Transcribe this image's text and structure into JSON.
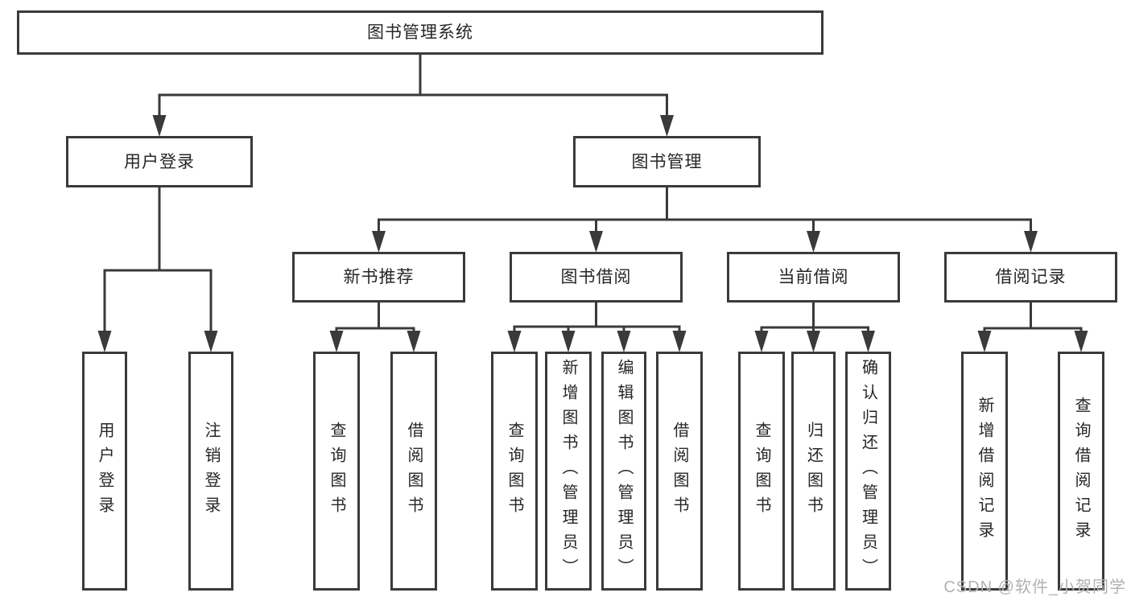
{
  "diagram": {
    "type": "hierarchy-tree",
    "title": "图书管理系统",
    "colors": {
      "line": "#3a3a3a",
      "box_border": "#3a3a3a",
      "box_fill": "#ffffff",
      "text": "#262626",
      "watermark": "#b2b2b2"
    },
    "nodes": [
      {
        "id": "root",
        "label": "图书管理系统",
        "parent": null,
        "orientation": "horizontal"
      },
      {
        "id": "user-login",
        "label": "用户登录",
        "parent": "root",
        "orientation": "horizontal"
      },
      {
        "id": "book-mgmt",
        "label": "图书管理",
        "parent": "root",
        "orientation": "horizontal"
      },
      {
        "id": "new-book-rec",
        "label": "新书推荐",
        "parent": "book-mgmt",
        "orientation": "horizontal"
      },
      {
        "id": "book-borrow",
        "label": "图书借阅",
        "parent": "book-mgmt",
        "orientation": "horizontal"
      },
      {
        "id": "current-borrow",
        "label": "当前借阅",
        "parent": "book-mgmt",
        "orientation": "horizontal"
      },
      {
        "id": "borrow-record",
        "label": "借阅记录",
        "parent": "book-mgmt",
        "orientation": "horizontal"
      },
      {
        "id": "leaf-user-login",
        "label": "用户登录",
        "parent": "user-login",
        "orientation": "vertical"
      },
      {
        "id": "leaf-logout",
        "label": "注销登录",
        "parent": "user-login",
        "orientation": "vertical"
      },
      {
        "id": "leaf-nbr-query",
        "label": "查询图书",
        "parent": "new-book-rec",
        "orientation": "vertical"
      },
      {
        "id": "leaf-nbr-borrow",
        "label": "借阅图书",
        "parent": "new-book-rec",
        "orientation": "vertical"
      },
      {
        "id": "leaf-bb-query",
        "label": "查询图书",
        "parent": "book-borrow",
        "orientation": "vertical"
      },
      {
        "id": "leaf-bb-add",
        "label": "新增图书（管理员）",
        "parent": "book-borrow",
        "orientation": "vertical"
      },
      {
        "id": "leaf-bb-edit",
        "label": "编辑图书（管理员）",
        "parent": "book-borrow",
        "orientation": "vertical"
      },
      {
        "id": "leaf-bb-borrow",
        "label": "借阅图书",
        "parent": "book-borrow",
        "orientation": "vertical"
      },
      {
        "id": "leaf-cb-query",
        "label": "查询图书",
        "parent": "current-borrow",
        "orientation": "vertical"
      },
      {
        "id": "leaf-cb-return",
        "label": "归还图书",
        "parent": "current-borrow",
        "orientation": "vertical"
      },
      {
        "id": "leaf-cb-confirm",
        "label": "确认归还（管理员）",
        "parent": "current-borrow",
        "orientation": "vertical"
      },
      {
        "id": "leaf-br-add",
        "label": "新增借阅记录",
        "parent": "borrow-record",
        "orientation": "vertical"
      },
      {
        "id": "leaf-br-query",
        "label": "查询借阅记录",
        "parent": "borrow-record",
        "orientation": "vertical"
      }
    ],
    "watermark": {
      "text": "CSDN @软件_小贺同学"
    }
  }
}
